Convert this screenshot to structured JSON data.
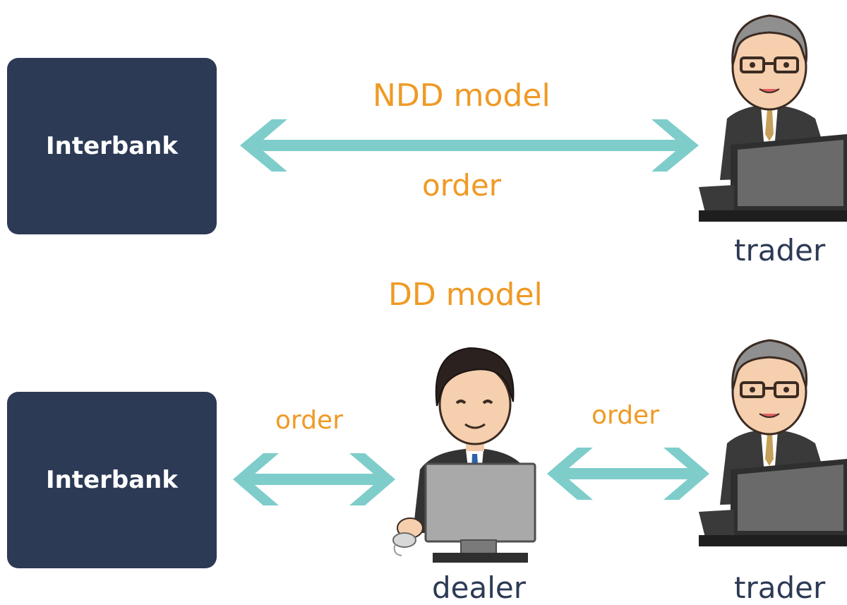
{
  "top": {
    "bank_label": "Interbank",
    "model_label": "NDD model",
    "order_label": "order",
    "trader_label": "trader"
  },
  "bottom": {
    "bank_label": "Interbank",
    "model_label": "DD model",
    "order_left_label": "order",
    "order_right_label": "order",
    "dealer_label": "dealer",
    "trader_label": "trader"
  },
  "colors": {
    "bank_box": "#2c3a55",
    "accent_text": "#ef9a26",
    "arrow": "#7ecdcb",
    "role_text": "#2c3a55"
  },
  "icons": [
    "double-arrow-icon",
    "trader-person-icon",
    "dealer-person-icon",
    "laptop-icon",
    "monitor-icon",
    "mouse-icon"
  ]
}
